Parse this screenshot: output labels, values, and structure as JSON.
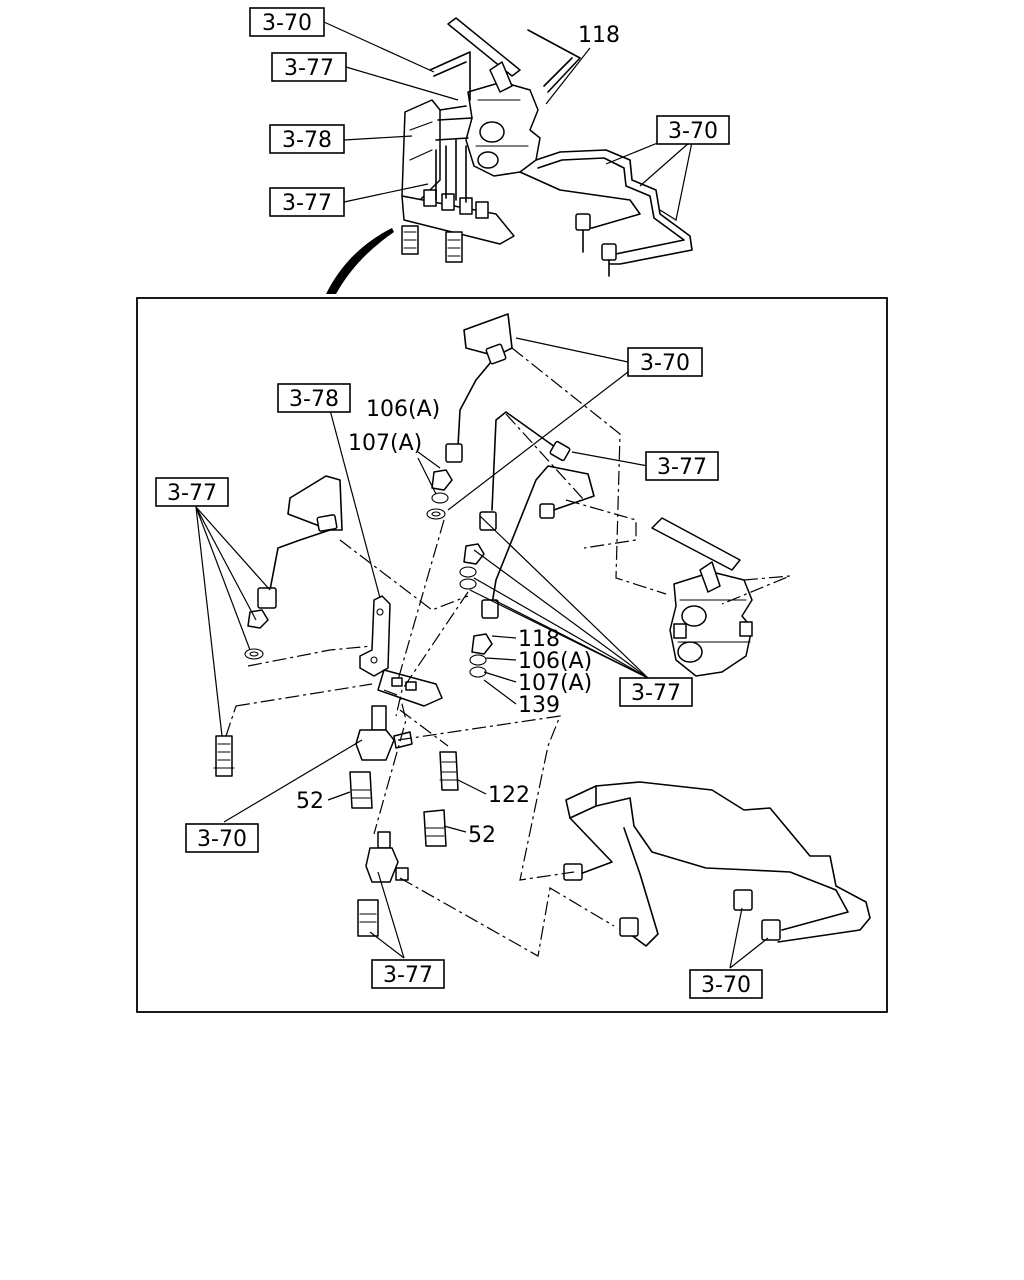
{
  "callouts": {
    "top_370_a": "3-70",
    "top_377_a": "3-77",
    "top_378": "3-78",
    "top_377_b": "3-77",
    "top_370_b": "3-70",
    "top_118": "118",
    "det_370_top": "3-70",
    "det_378": "3-78",
    "det_377_right_top": "3-77",
    "det_377_left": "3-77",
    "det_377_right_mid": "3-77",
    "det_370_left": "3-70",
    "det_377_bottom": "3-77",
    "det_370_bottom": "3-70",
    "lbl_106a_top": "106(A)",
    "lbl_107a_top": "107(A)",
    "lbl_118": "118",
    "lbl_106a": "106(A)",
    "lbl_107a": "107(A)",
    "lbl_139": "139",
    "lbl_122": "122",
    "lbl_52_left": "52",
    "lbl_52_right": "52"
  }
}
